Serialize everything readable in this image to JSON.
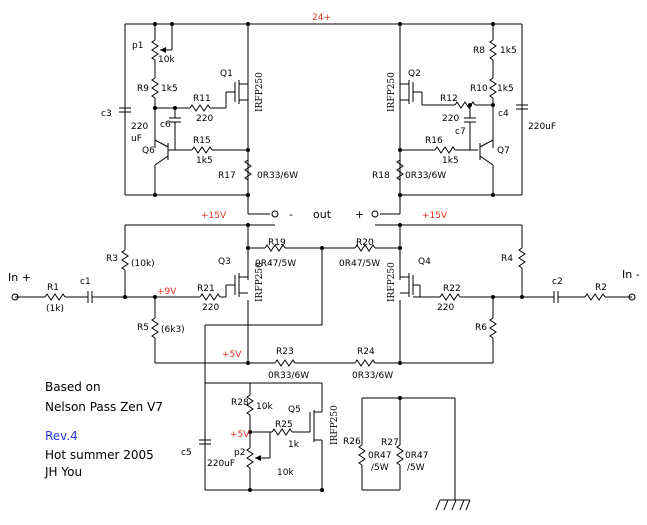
{
  "rails": {
    "top": "24+",
    "plus15_left": "+15V",
    "plus15_right": "+15V",
    "plus9": "+9V",
    "plus5_mid": "+5V",
    "plus5_low": "+5V"
  },
  "output": {
    "label": "out",
    "minus": "-",
    "plus": "+"
  },
  "inputs": {
    "in_plus": "In +",
    "in_minus": "In -"
  },
  "transistors": {
    "q1": {
      "name": "Q1",
      "part": "IRFP250"
    },
    "q2": {
      "name": "Q2",
      "part": "IRFP250"
    },
    "q3": {
      "name": "Q3",
      "part": "IRFP250"
    },
    "q4": {
      "name": "Q4",
      "part": "IRFP250"
    },
    "q5": {
      "name": "Q5",
      "part": "IRFP250"
    },
    "q6": {
      "name": "Q6"
    },
    "q7": {
      "name": "Q7"
    }
  },
  "components": {
    "p1": {
      "name": "p1",
      "value": "10k"
    },
    "r9": {
      "name": "R9",
      "value": "1k5"
    },
    "r11": {
      "name": "R11",
      "value": "220"
    },
    "c6": {
      "name": "c6"
    },
    "c3": {
      "name": "c3",
      "value": "220",
      "unit": "uF"
    },
    "r15": {
      "name": "R15",
      "value": "1k5"
    },
    "r17": {
      "name": "R17",
      "value": "0R33/6W"
    },
    "r8": {
      "name": "R8",
      "value": "1k5"
    },
    "r10": {
      "name": "R10",
      "value": "1k5"
    },
    "r12": {
      "name": "R12",
      "value": "220"
    },
    "c7": {
      "name": "c7"
    },
    "c4": {
      "name": "c4",
      "value": "220uF"
    },
    "r16": {
      "name": "R16",
      "value": "1k5"
    },
    "r18": {
      "name": "R18",
      "value": "0R33/6W"
    },
    "r3": {
      "name": "R3",
      "value": "(10k)"
    },
    "r1": {
      "name": "R1",
      "value": "(1k)"
    },
    "c1": {
      "name": "c1"
    },
    "r5": {
      "name": "R5",
      "value": "(6k3)"
    },
    "r19": {
      "name": "R19",
      "value": "0R47/5W"
    },
    "r20": {
      "name": "R20",
      "value": "0R47/5W"
    },
    "r21": {
      "name": "R21",
      "value": "220"
    },
    "r22": {
      "name": "R22",
      "value": "220"
    },
    "r4": {
      "name": "R4"
    },
    "r6": {
      "name": "R6"
    },
    "c2": {
      "name": "c2"
    },
    "r2": {
      "name": "R2"
    },
    "r23": {
      "name": "R23",
      "value": "0R33/6W"
    },
    "r24": {
      "name": "R24",
      "value": "0R33/6W"
    },
    "r28": {
      "name": "R28",
      "value": "10k"
    },
    "r25": {
      "name": "R25",
      "value": "1k"
    },
    "p2": {
      "name": "p2",
      "value": "10k"
    },
    "c5": {
      "name": "c5",
      "value": "220uF"
    },
    "r26": {
      "name": "R26"
    },
    "r27": {
      "name": "R27",
      "value": "0R47",
      "rating": "/5W"
    },
    "r26_value": "0R47",
    "r26_rating": "/5W"
  },
  "notes": {
    "line1": "Based on",
    "line2": "Nelson Pass Zen V7",
    "rev": "Rev.4",
    "line4": "Hot summer 2005",
    "line5": "JH You"
  }
}
